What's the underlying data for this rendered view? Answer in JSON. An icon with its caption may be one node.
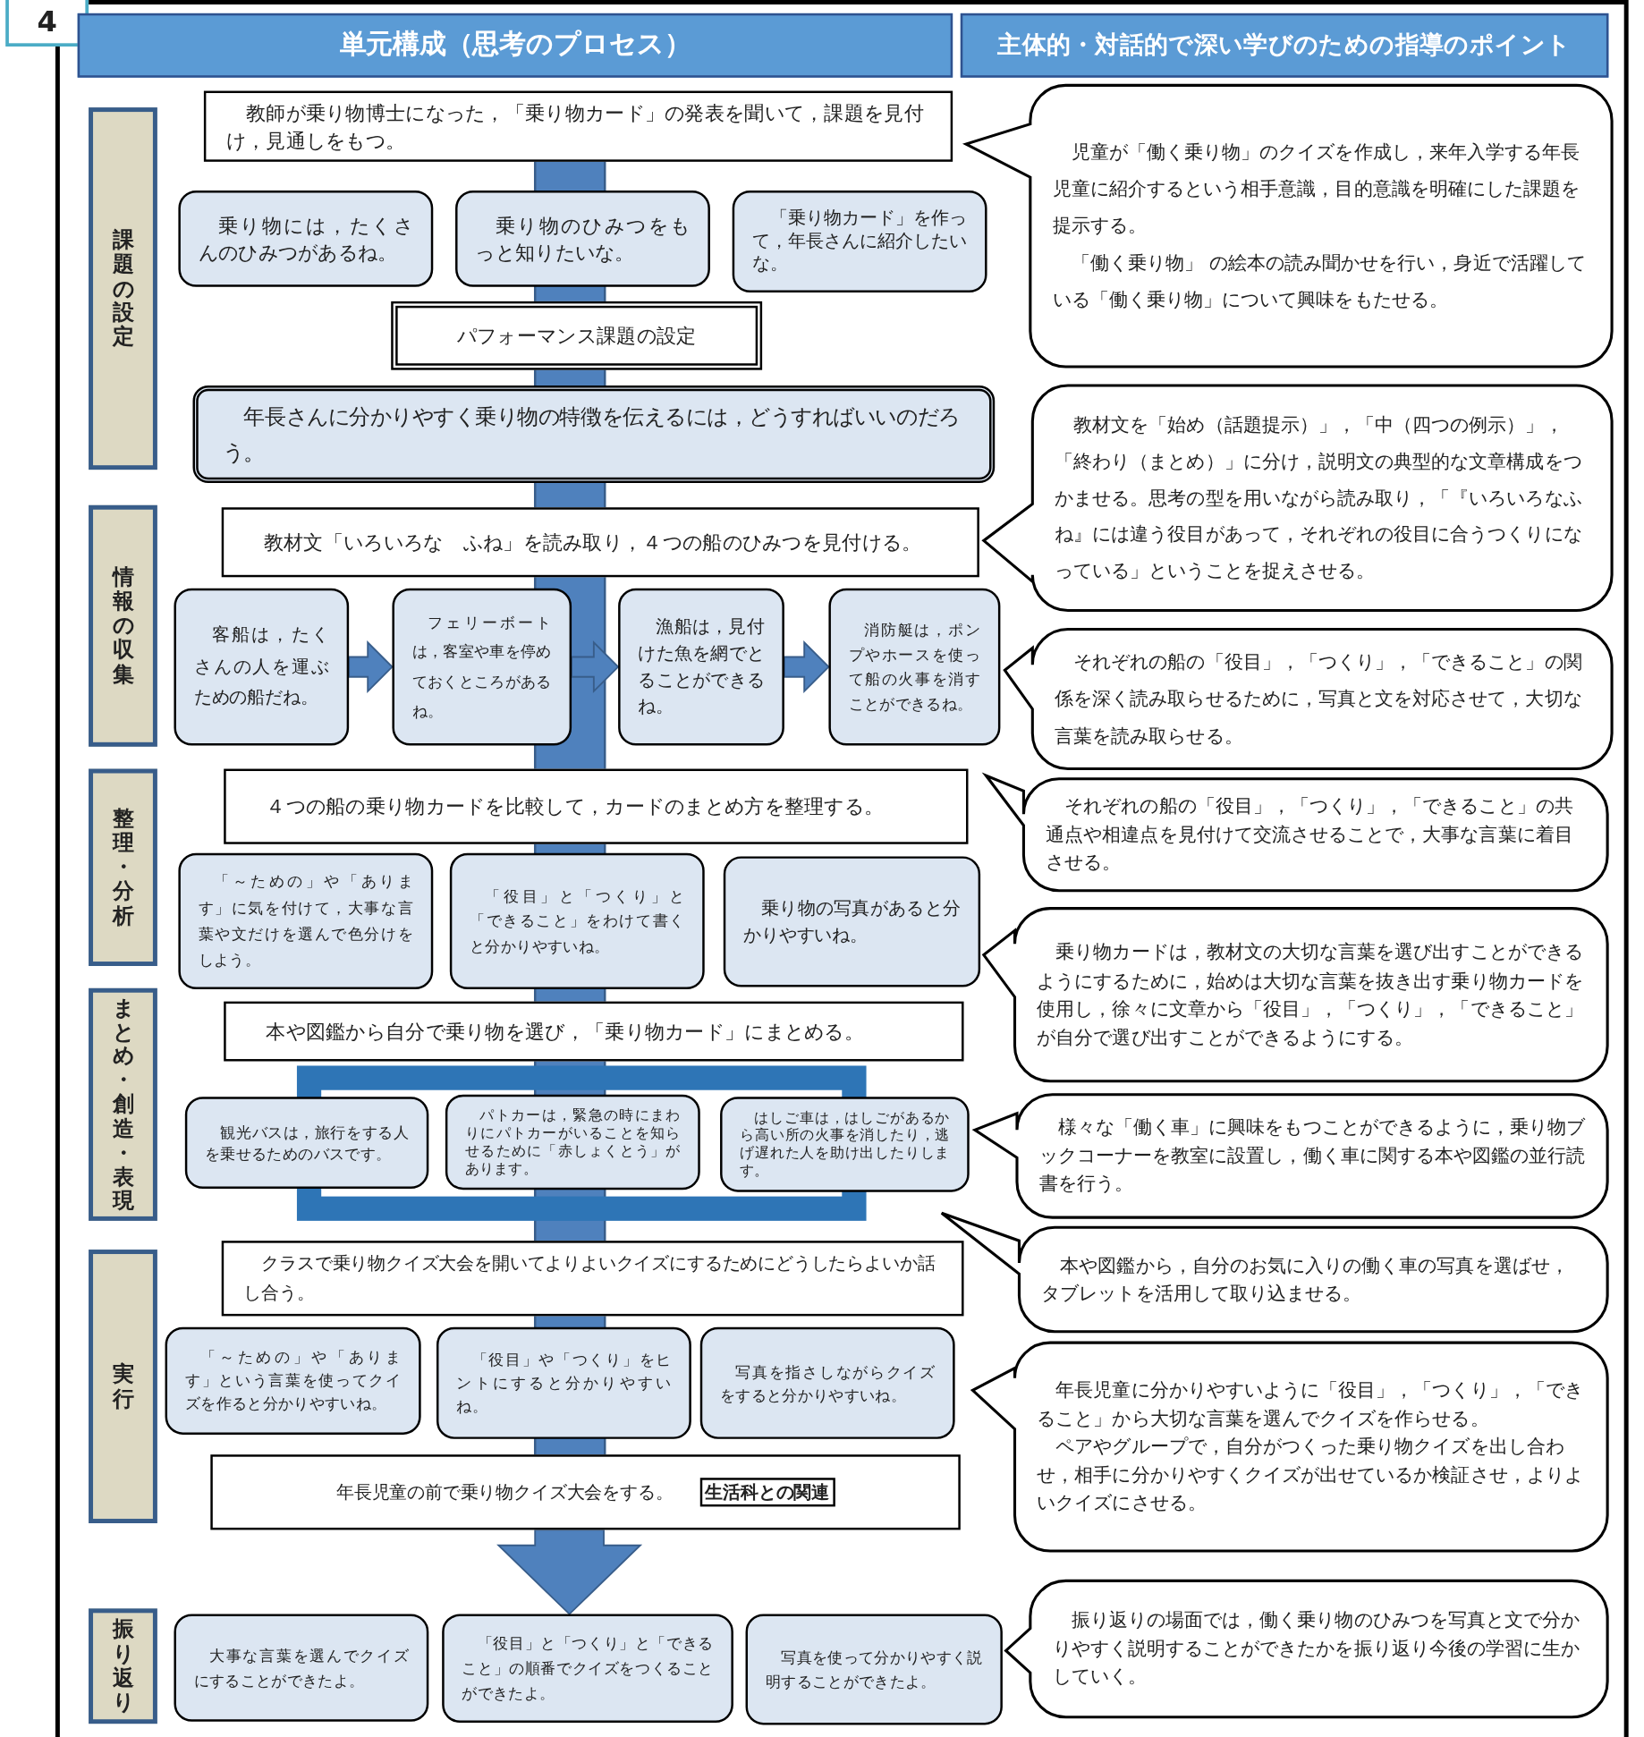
{
  "diagram": {
    "nodes": [
      {
        "text": [
          "4"
        ]
      },
      {
        "text": [
          "単元構成（思考のプロセス）"
        ]
      },
      {
        "text": [
          "主体的・対話的で深い学びのための指導のポイント"
        ]
      },
      {
        "text": [
          "課題の設定"
        ]
      },
      {
        "text": [
          "情報の収集"
        ]
      },
      {
        "text": [
          "整理・分析"
        ]
      },
      {
        "text": [
          "まとめ・創造・表現"
        ]
      },
      {
        "text": [
          "実行"
        ]
      },
      {
        "text": [
          "振り返り"
        ]
      },
      {
        "text": [
          "教師が乗り物博士になった，「乗り物カード」の発表を聞いて，課題を見付け，見通しをもつ。"
        ]
      },
      {
        "text": [
          "乗り物には，たくさんのひみつがあるね。"
        ]
      },
      {
        "text": [
          "乗り物のひみつをもっと知りたいな。"
        ]
      },
      {
        "text": [
          "「乗り物カード」を作って，年長さんに紹介したいな。"
        ]
      },
      {
        "text": [
          "パフォーマンス課題の設定"
        ]
      },
      {
        "text": [
          "年長さんに分かりやすく乗り物の特徴を伝えるには，どうすればいいのだろう。"
        ]
      },
      {
        "text": [
          "教材文「いろいろな　ふね」を読み取り，４つの船のひみつを見付ける。"
        ]
      },
      {
        "text": [
          "客船は，たくさんの人を運ぶための船だね。"
        ]
      },
      {
        "text": [
          "フェリーボートは，客室や車を停めておくところがあるね。"
        ]
      },
      {
        "text": [
          "漁船は，見付けた魚を網でとることができるね。"
        ]
      },
      {
        "text": [
          "消防艇は，ポンプやホースを使って船の火事を消すことができるね。"
        ]
      },
      {
        "text": [
          "４つの船の乗り物カードを比較して，カードのまとめ方を整理する。"
        ]
      },
      {
        "text": [
          "「～ための」や「あります」に気を付けて，大事な言葉や文だけを選んで色分けをしよう。"
        ]
      },
      {
        "text": [
          "「役目」と「つくり」と「できること」をわけて書くと分かりやすいね。"
        ]
      },
      {
        "text": [
          "乗り物の写真があると分かりやすいね。"
        ]
      },
      {
        "text": [
          "本や図鑑から自分で乗り物を選び，「乗り物カード」にまとめる。"
        ]
      },
      {
        "text": [
          "観光バスは，旅行をする人を乗せるためのバスです。"
        ]
      },
      {
        "text": [
          "パトカーは，緊急の時にまわりにパトカーがいることを知らせるために「赤しょくとう」があります。"
        ]
      },
      {
        "text": [
          "はしご車は，はしごがあるから高い所の火事を消したり，逃げ遅れた人を助け出したりします。"
        ]
      },
      {
        "text": [
          "クラスで乗り物クイズ大会を開いてよりよいクイズにするためにどうしたらよいか話し合う。"
        ]
      },
      {
        "text": [
          "「～ための」や「あります」という言葉を使ってクイズを作ると分かりやすいね。"
        ]
      },
      {
        "text": [
          "「役目」や「つくり」をヒントにすると分かりやすいね。"
        ]
      },
      {
        "text": [
          "写真を指さしながらクイズをすると分かりやすいね。"
        ]
      },
      {
        "text": [
          "年長児童の前で乗り物クイズ大会をする。",
          "生活科との関連"
        ]
      },
      {
        "text": [
          "大事な言葉を選んでクイズにすることができたよ。"
        ]
      },
      {
        "text": [
          "「役目」と「つくり」と「できること」の順番でクイズをつくることができたよ。"
        ]
      },
      {
        "text": [
          "写真を使って分かりやすく説明することができたよ。"
        ]
      },
      {
        "text": [
          "児童が「働く乗り物」のクイズを作成し，来年入学する年長児童に紹介するという相手意識，目的意識を明確にした課題を提示する。",
          "「働く乗り物」 の絵本の読み聞かせを行い，身近で活躍している「働く乗り物」について興味をもたせる。"
        ]
      },
      {
        "text": [
          "教材文を「始め（話題提示）」，「中（四つの例示）」，「終わり（まとめ）」に分け，説明文の典型的な文章構成をつかませる。思考の型を用いながら読み取り，「『いろいろなふね』には違う役目があって，それぞれの役目に合うつくりになっている」ということを捉えさせる。"
        ]
      },
      {
        "text": [
          "それぞれの船の「役目」，「つくり」，「できること」の関係を深く読み取らせるために，写真と文を対応させて，大切な言葉を読み取らせる。"
        ]
      },
      {
        "text": [
          "それぞれの船の「役目」，「つくり」，「できること」の共通点や相違点を見付けて交流させることで，大事な言葉に着目させる。"
        ]
      },
      {
        "text": [
          "乗り物カードは，教材文の大切な言葉を選び出すことができるようにするために，始めは大切な言葉を抜き出す乗り物カードを使用し，徐々に文章から「役目」，「つくり」，「できること」が自分で選び出すことができるようにする。"
        ]
      },
      {
        "text": [
          "様々な「働く車」に興味をもつことができるように，乗り物ブックコーナーを教室に設置し，働く車に関する本や図鑑の並行読書を行う。"
        ]
      },
      {
        "text": [
          "本や図鑑から，自分のお気に入りの働く車の写真を選ばせ，タブレットを活用して取り込ませる。"
        ]
      },
      {
        "text": [
          "年長児童に分かりやすいように「役目」，「つくり」，「できること」から大切な言葉を選んでクイズを作らせる。",
          "ペアやグループで，自分がつくった乗り物クイズを出し合わせ，相手に分かりやすくクイズが出せているか検証させ，よりよいクイズにさせる。"
        ]
      },
      {
        "text": [
          "振り返りの場面では，働く乗り物のひみつを写真と文で分かりやすく説明することができたかを振り返り今後の学習に生かしていく。"
        ]
      }
    ],
    "edges": [
      {
        "from": 16,
        "to": 17,
        "arrow": "to",
        "style": "thick"
      },
      {
        "from": 17,
        "to": 18,
        "arrow": "to",
        "style": "thick"
      },
      {
        "from": 18,
        "to": 19,
        "arrow": "to",
        "style": "thick"
      },
      {
        "from": 32,
        "to": 34,
        "arrow": "to",
        "style": "thick"
      }
    ]
  }
}
